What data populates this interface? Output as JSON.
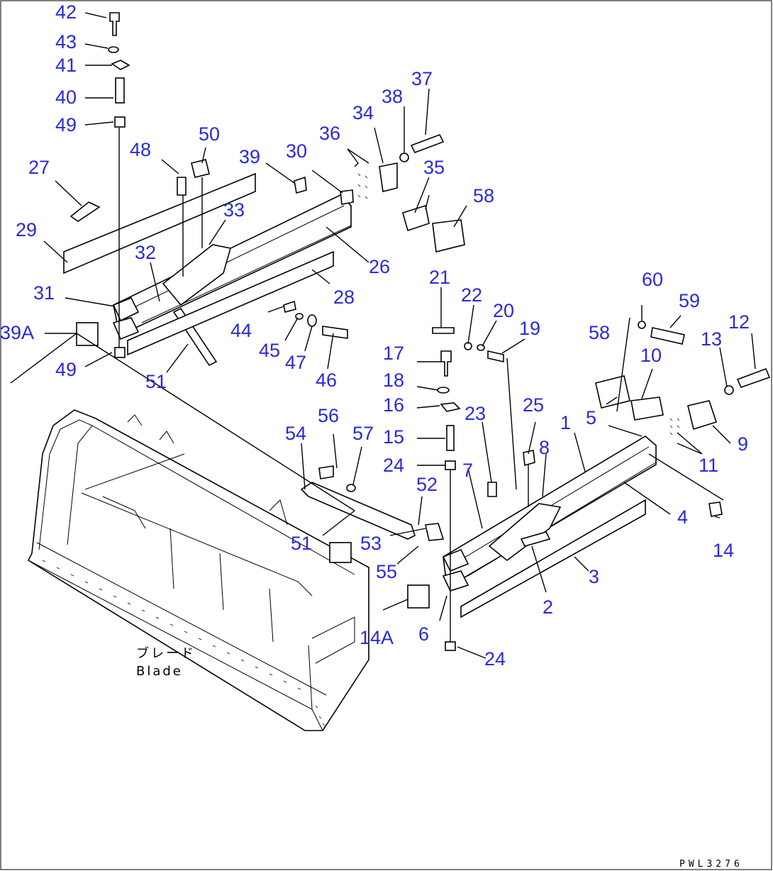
{
  "diagram": {
    "caption_jp": "ブレード",
    "caption_en": "Blade",
    "doc_id": "PWL3276"
  },
  "callouts": [
    {
      "id": "42",
      "text": "42"
    },
    {
      "id": "43",
      "text": "43"
    },
    {
      "id": "41",
      "text": "41"
    },
    {
      "id": "40",
      "text": "40"
    },
    {
      "id": "49a",
      "text": "49"
    },
    {
      "id": "48",
      "text": "48"
    },
    {
      "id": "50",
      "text": "50"
    },
    {
      "id": "27",
      "text": "27"
    },
    {
      "id": "29",
      "text": "29"
    },
    {
      "id": "32",
      "text": "32"
    },
    {
      "id": "33",
      "text": "33"
    },
    {
      "id": "31",
      "text": "31"
    },
    {
      "id": "39A",
      "text": "39A"
    },
    {
      "id": "49b",
      "text": "49"
    },
    {
      "id": "51a",
      "text": "51"
    },
    {
      "id": "39",
      "text": "39"
    },
    {
      "id": "30",
      "text": "30"
    },
    {
      "id": "36",
      "text": "36"
    },
    {
      "id": "34",
      "text": "34"
    },
    {
      "id": "38",
      "text": "38"
    },
    {
      "id": "37",
      "text": "37"
    },
    {
      "id": "35",
      "text": "35"
    },
    {
      "id": "58a",
      "text": "58"
    },
    {
      "id": "26",
      "text": "26"
    },
    {
      "id": "28",
      "text": "28"
    },
    {
      "id": "44",
      "text": "44"
    },
    {
      "id": "45",
      "text": "45"
    },
    {
      "id": "47",
      "text": "47"
    },
    {
      "id": "46",
      "text": "46"
    },
    {
      "id": "21",
      "text": "21"
    },
    {
      "id": "22",
      "text": "22"
    },
    {
      "id": "20",
      "text": "20"
    },
    {
      "id": "19",
      "text": "19"
    },
    {
      "id": "17",
      "text": "17"
    },
    {
      "id": "18",
      "text": "18"
    },
    {
      "id": "16",
      "text": "16"
    },
    {
      "id": "15",
      "text": "15"
    },
    {
      "id": "24a",
      "text": "24"
    },
    {
      "id": "23",
      "text": "23"
    },
    {
      "id": "25",
      "text": "25"
    },
    {
      "id": "56",
      "text": "56"
    },
    {
      "id": "57",
      "text": "57"
    },
    {
      "id": "54",
      "text": "54"
    },
    {
      "id": "52",
      "text": "52"
    },
    {
      "id": "53",
      "text": "53"
    },
    {
      "id": "55",
      "text": "55"
    },
    {
      "id": "51b",
      "text": "51"
    },
    {
      "id": "7",
      "text": "7"
    },
    {
      "id": "8",
      "text": "8"
    },
    {
      "id": "1",
      "text": "1"
    },
    {
      "id": "5",
      "text": "5"
    },
    {
      "id": "58b",
      "text": "58"
    },
    {
      "id": "60",
      "text": "60"
    },
    {
      "id": "59",
      "text": "59"
    },
    {
      "id": "10",
      "text": "10"
    },
    {
      "id": "13",
      "text": "13"
    },
    {
      "id": "12",
      "text": "12"
    },
    {
      "id": "9",
      "text": "9"
    },
    {
      "id": "11",
      "text": "11"
    },
    {
      "id": "4",
      "text": "4"
    },
    {
      "id": "14",
      "text": "14"
    },
    {
      "id": "3",
      "text": "3"
    },
    {
      "id": "2",
      "text": "2"
    },
    {
      "id": "14A",
      "text": "14A"
    },
    {
      "id": "6",
      "text": "6"
    },
    {
      "id": "24b",
      "text": "24"
    }
  ]
}
